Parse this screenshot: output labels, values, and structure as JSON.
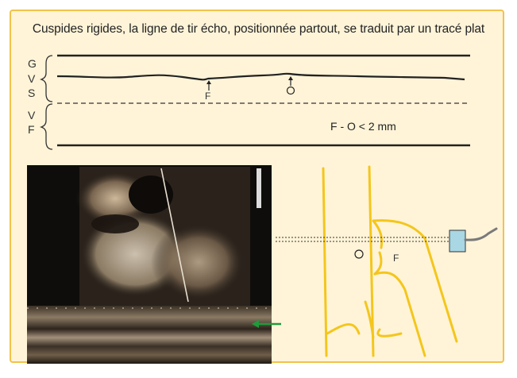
{
  "figure": {
    "title": "Cuspides rigides, la ligne de tir écho, positionnée partout, se traduit par un tracé plat",
    "side_labels": {
      "g": "G",
      "v1": "V",
      "s": "S",
      "v2": "V",
      "f": "F"
    },
    "trace_markers": {
      "f": "F",
      "o": "O"
    },
    "measurement": "F - O < 2 mm",
    "diagram_labels": {
      "o": "O",
      "f": "F"
    }
  },
  "colors": {
    "panel_bg": "#fff4d8",
    "panel_border": "#f2c24a",
    "leaflet_yellow": "#f4c61c",
    "probe_fill": "#a9d7e3",
    "arrow_green": "#1f9b3a"
  }
}
